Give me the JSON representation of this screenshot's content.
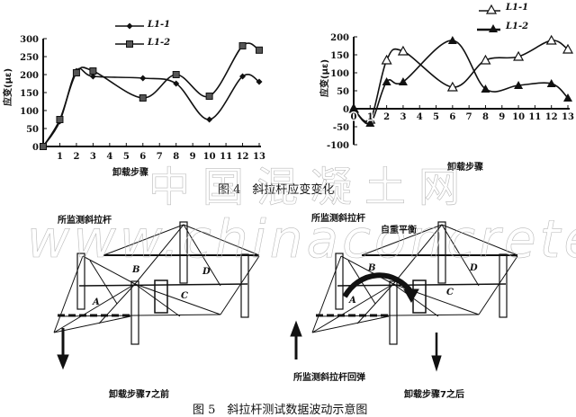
{
  "chart_data": [
    {
      "type": "line",
      "title": "",
      "xlabel": "卸载步骤",
      "ylabel": "应变(με)",
      "x": [
        0,
        1,
        2,
        3,
        6,
        8,
        10,
        12,
        13
      ],
      "xticks": [
        "1",
        "2",
        "3",
        "4",
        "5",
        "6",
        "7",
        "8",
        "9",
        "10",
        "11",
        "12",
        "13"
      ],
      "yticks": [
        "0",
        "50",
        "100",
        "150",
        "200",
        "250",
        "300"
      ],
      "xlim": [
        0,
        13
      ],
      "ylim": [
        0,
        300
      ],
      "legend": "top-center",
      "series": [
        {
          "name": "L1-1",
          "marker": "diamond",
          "values": [
            0,
            70,
            210,
            195,
            190,
            175,
            75,
            195,
            180
          ]
        },
        {
          "name": "L1-2",
          "marker": "square",
          "values": [
            0,
            75,
            205,
            210,
            135,
            200,
            140,
            280,
            268
          ]
        }
      ]
    },
    {
      "type": "line",
      "title": "",
      "xlabel": "卸载步骤",
      "ylabel": "应变(με)",
      "x": [
        0,
        1,
        2,
        3,
        6,
        8,
        10,
        12,
        13
      ],
      "xticks": [
        "0",
        "1",
        "2",
        "3",
        "4",
        "5",
        "6",
        "7",
        "8",
        "9",
        "10",
        "11",
        "12",
        "13"
      ],
      "yticks": [
        "-100",
        "-50",
        "0",
        "50",
        "100",
        "150",
        "200"
      ],
      "xlim": [
        0,
        13
      ],
      "ylim": [
        -100,
        200
      ],
      "legend": "top-right",
      "series": [
        {
          "name": "L1-1",
          "marker": "open-triangle",
          "values": [
            0,
            -30,
            135,
            160,
            60,
            135,
            145,
            190,
            165
          ]
        },
        {
          "name": "L1-2",
          "marker": "filled-triangle",
          "values": [
            0,
            -40,
            75,
            75,
            190,
            55,
            65,
            70,
            30
          ]
        }
      ]
    }
  ],
  "fig4_caption": "图 4　斜拉杆应变变化",
  "fig5": {
    "caption": "图 5　斜拉杆测试数据波动示意图",
    "left": {
      "monitored": "所监测斜拉杆",
      "step": "卸载步骤7之前",
      "regions": [
        "A",
        "B",
        "C",
        "D"
      ]
    },
    "right": {
      "monitored": "所监测斜拉杆",
      "balance": "自重平衡",
      "rebound": "所监测斜拉杆回弹",
      "step": "卸载步骤7之后",
      "regions": [
        "A",
        "B",
        "C",
        "D"
      ]
    }
  },
  "watermark": {
    "cn": "中国混凝土网",
    "url": "www.chinaconcrete.com"
  }
}
